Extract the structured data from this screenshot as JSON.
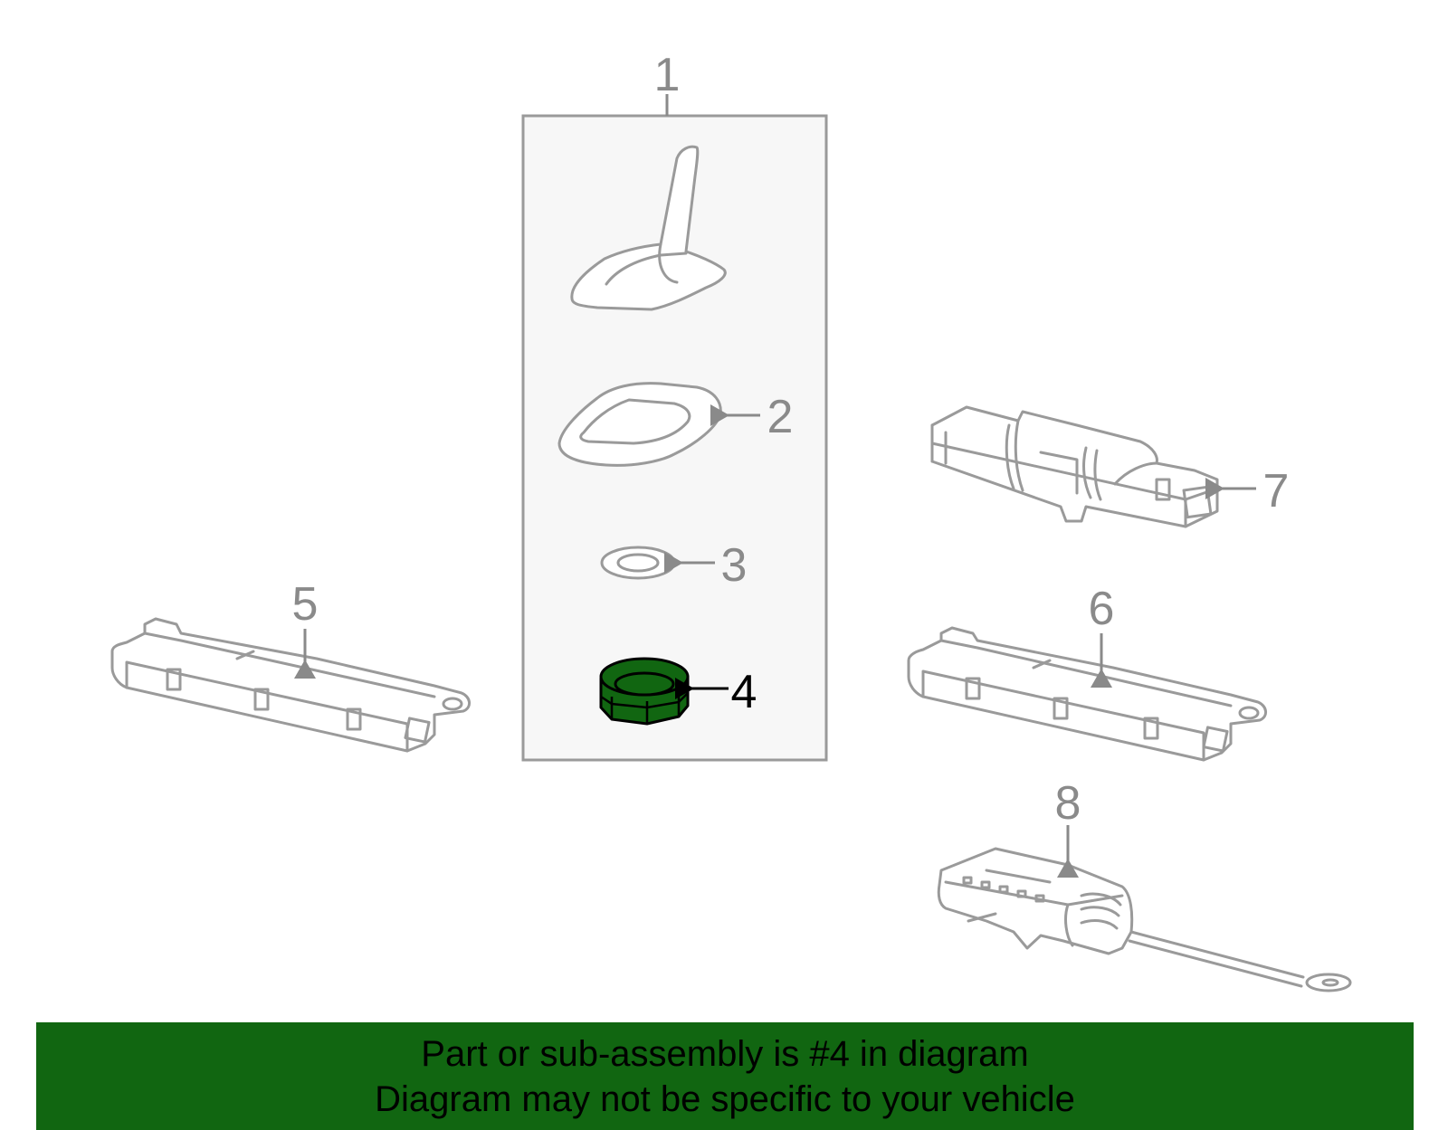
{
  "diagram": {
    "callouts": {
      "c1": "1",
      "c2": "2",
      "c3": "3",
      "c4": "4",
      "c5": "5",
      "c6": "6",
      "c7": "7",
      "c8": "8"
    },
    "highlighted_part": "4",
    "highlight_color": "#116611",
    "part_line_color": "#9a9a9a",
    "assembly_box_fill": "#f7f7f7"
  },
  "banner": {
    "line1": "Part or sub-assembly is #4 in diagram",
    "line2": "Diagram may not be specific to your vehicle",
    "background": "#116611"
  }
}
